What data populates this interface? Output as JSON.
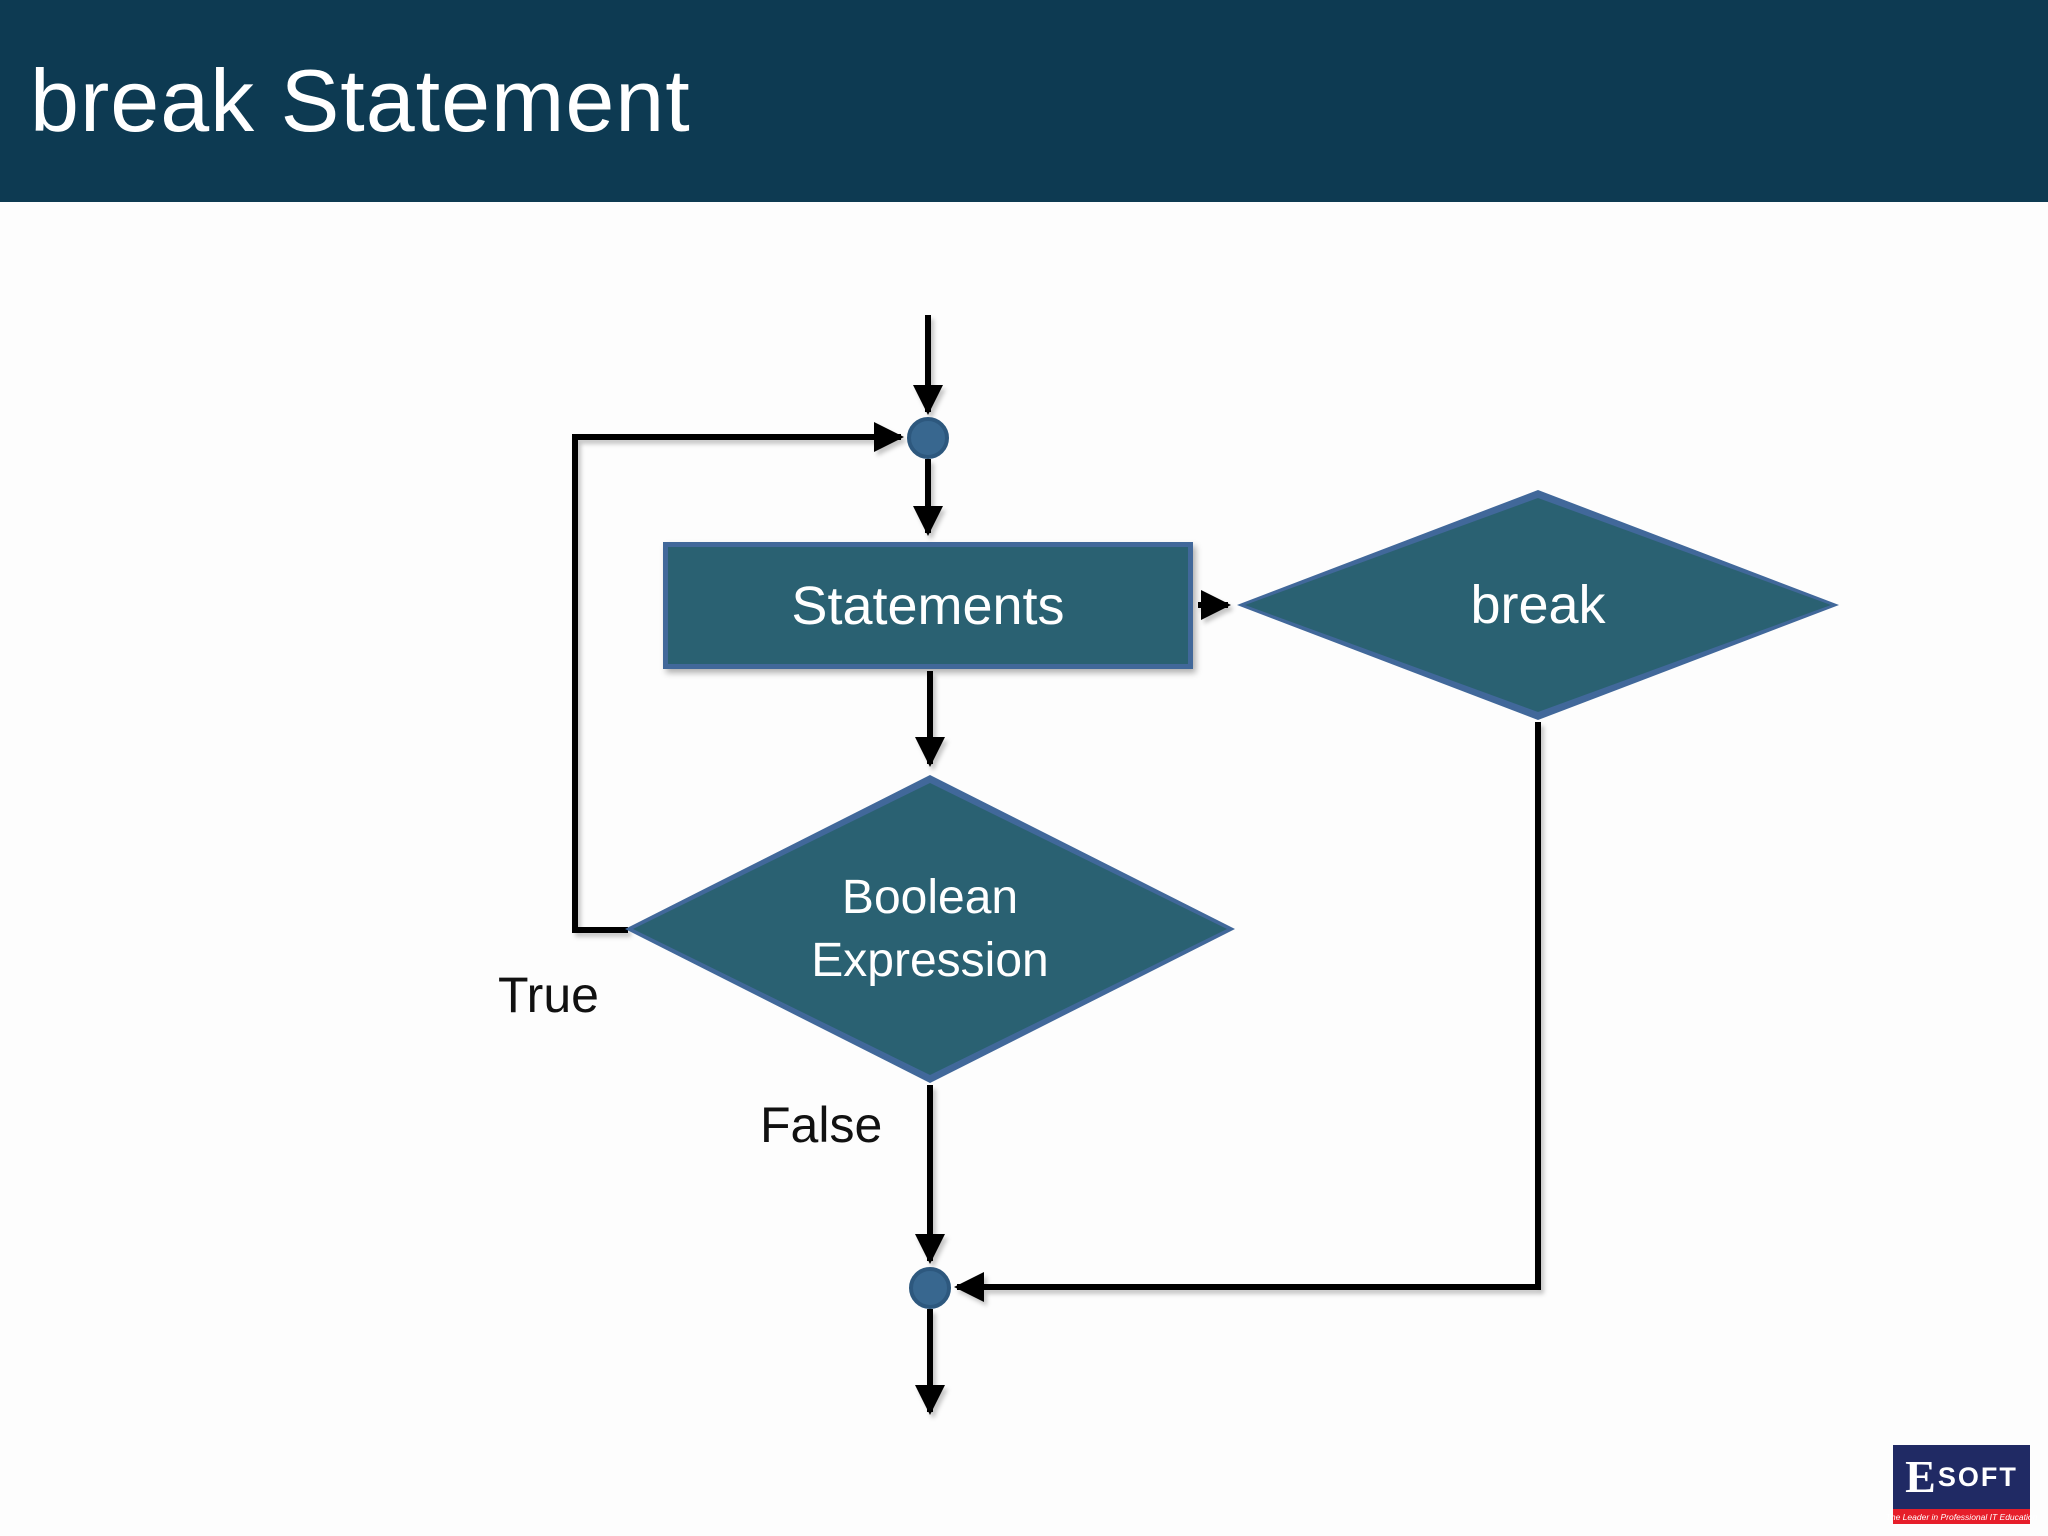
{
  "theme": {
    "header-bg": "#0d3a52",
    "canvas-bg": "#fdfdfd",
    "shape-fill": "#2a6172",
    "shape-border": "#41689a",
    "shape-text": "#ffffff",
    "connector-fill": "#38678f",
    "connector-stroke": "#2d587e",
    "line-color": "#000000",
    "label-color": "#111111",
    "logo-navy": "#202a64",
    "logo-red": "#e61e2a"
  },
  "slide": {
    "title": "break Statement"
  },
  "flowchart": {
    "nodes": {
      "statements": {
        "type": "process",
        "label": "Statements"
      },
      "break_decision": {
        "type": "decision",
        "label": "break"
      },
      "boolean_expression": {
        "type": "decision",
        "label_line1": "Boolean",
        "label_line2": "Expression"
      },
      "loop_junction": {
        "type": "connector-circle"
      },
      "merge_junction": {
        "type": "connector-circle"
      }
    },
    "branch_labels": {
      "true": "True",
      "false": "False"
    },
    "edges": [
      {
        "from": "start",
        "to": "loop_junction"
      },
      {
        "from": "loop_junction",
        "to": "statements"
      },
      {
        "from": "statements",
        "to": "break_decision"
      },
      {
        "from": "statements",
        "to": "boolean_expression"
      },
      {
        "from": "boolean_expression",
        "to": "loop_junction",
        "label": "True"
      },
      {
        "from": "boolean_expression",
        "to": "merge_junction",
        "label": "False"
      },
      {
        "from": "break_decision",
        "to": "merge_junction"
      },
      {
        "from": "merge_junction",
        "to": "end"
      }
    ]
  },
  "logo": {
    "initial": "E",
    "rest": "SOFT",
    "tagline": "The Leader in Professional IT Education"
  }
}
